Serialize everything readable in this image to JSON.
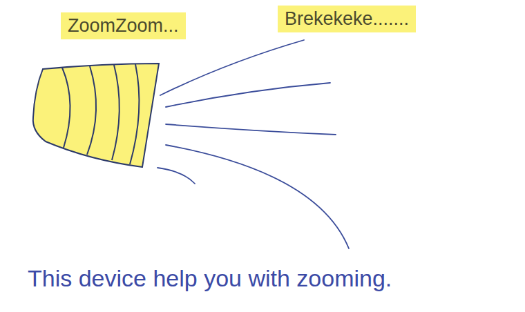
{
  "diagram": {
    "caption": "This device help you with zooming.",
    "labels": [
      "ZoomZoom...",
      "Brekekeke......."
    ]
  }
}
